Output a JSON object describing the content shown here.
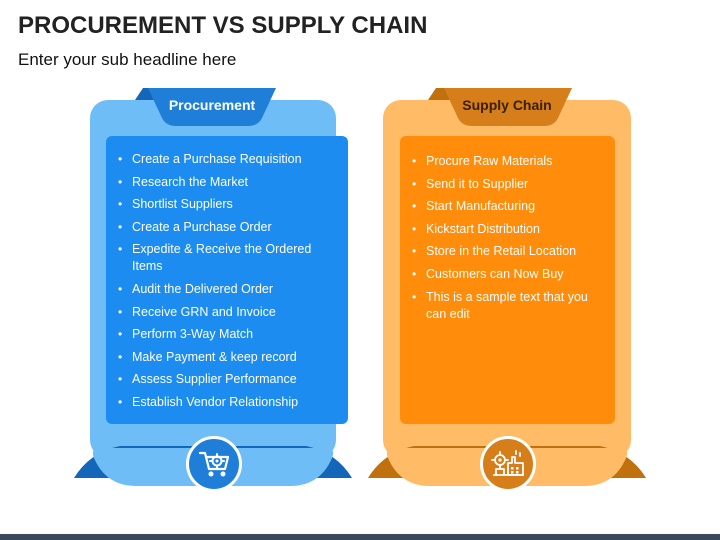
{
  "title": "PROCUREMENT VS SUPPLY CHAIN",
  "subtitle": "Enter your sub headline here",
  "colors": {
    "blue_outer": "#6fbdf7",
    "blue_inner": "#1c8cf0",
    "blue_tab": "#1f7fd8",
    "blue_shadow": "#1466b8",
    "orange_outer": "#ffbb66",
    "orange_inner": "#ff8c0a",
    "orange_tab": "#d67e1a",
    "orange_shadow": "#c0700c"
  },
  "columns": [
    {
      "header": "Procurement",
      "icon": "gear-cart-icon",
      "items": [
        "Create a Purchase Requisition",
        "Research the Market",
        "Shortlist Suppliers",
        "Create a Purchase Order",
        "Expedite & Receive the Ordered Items",
        "Audit the Delivered Order",
        "Receive GRN and Invoice",
        "Perform 3-Way Match",
        "Make Payment & keep record",
        "Assess Supplier Performance",
        "Establish Vendor Relationship"
      ]
    },
    {
      "header": "Supply Chain",
      "icon": "factory-gear-icon",
      "items": [
        "Procure Raw Materials",
        "Send it to Supplier",
        "Start Manufacturing",
        "Kickstart Distribution",
        "Store in the Retail Location",
        "Customers can Now Buy",
        "This is a sample text that you can edit"
      ]
    }
  ]
}
